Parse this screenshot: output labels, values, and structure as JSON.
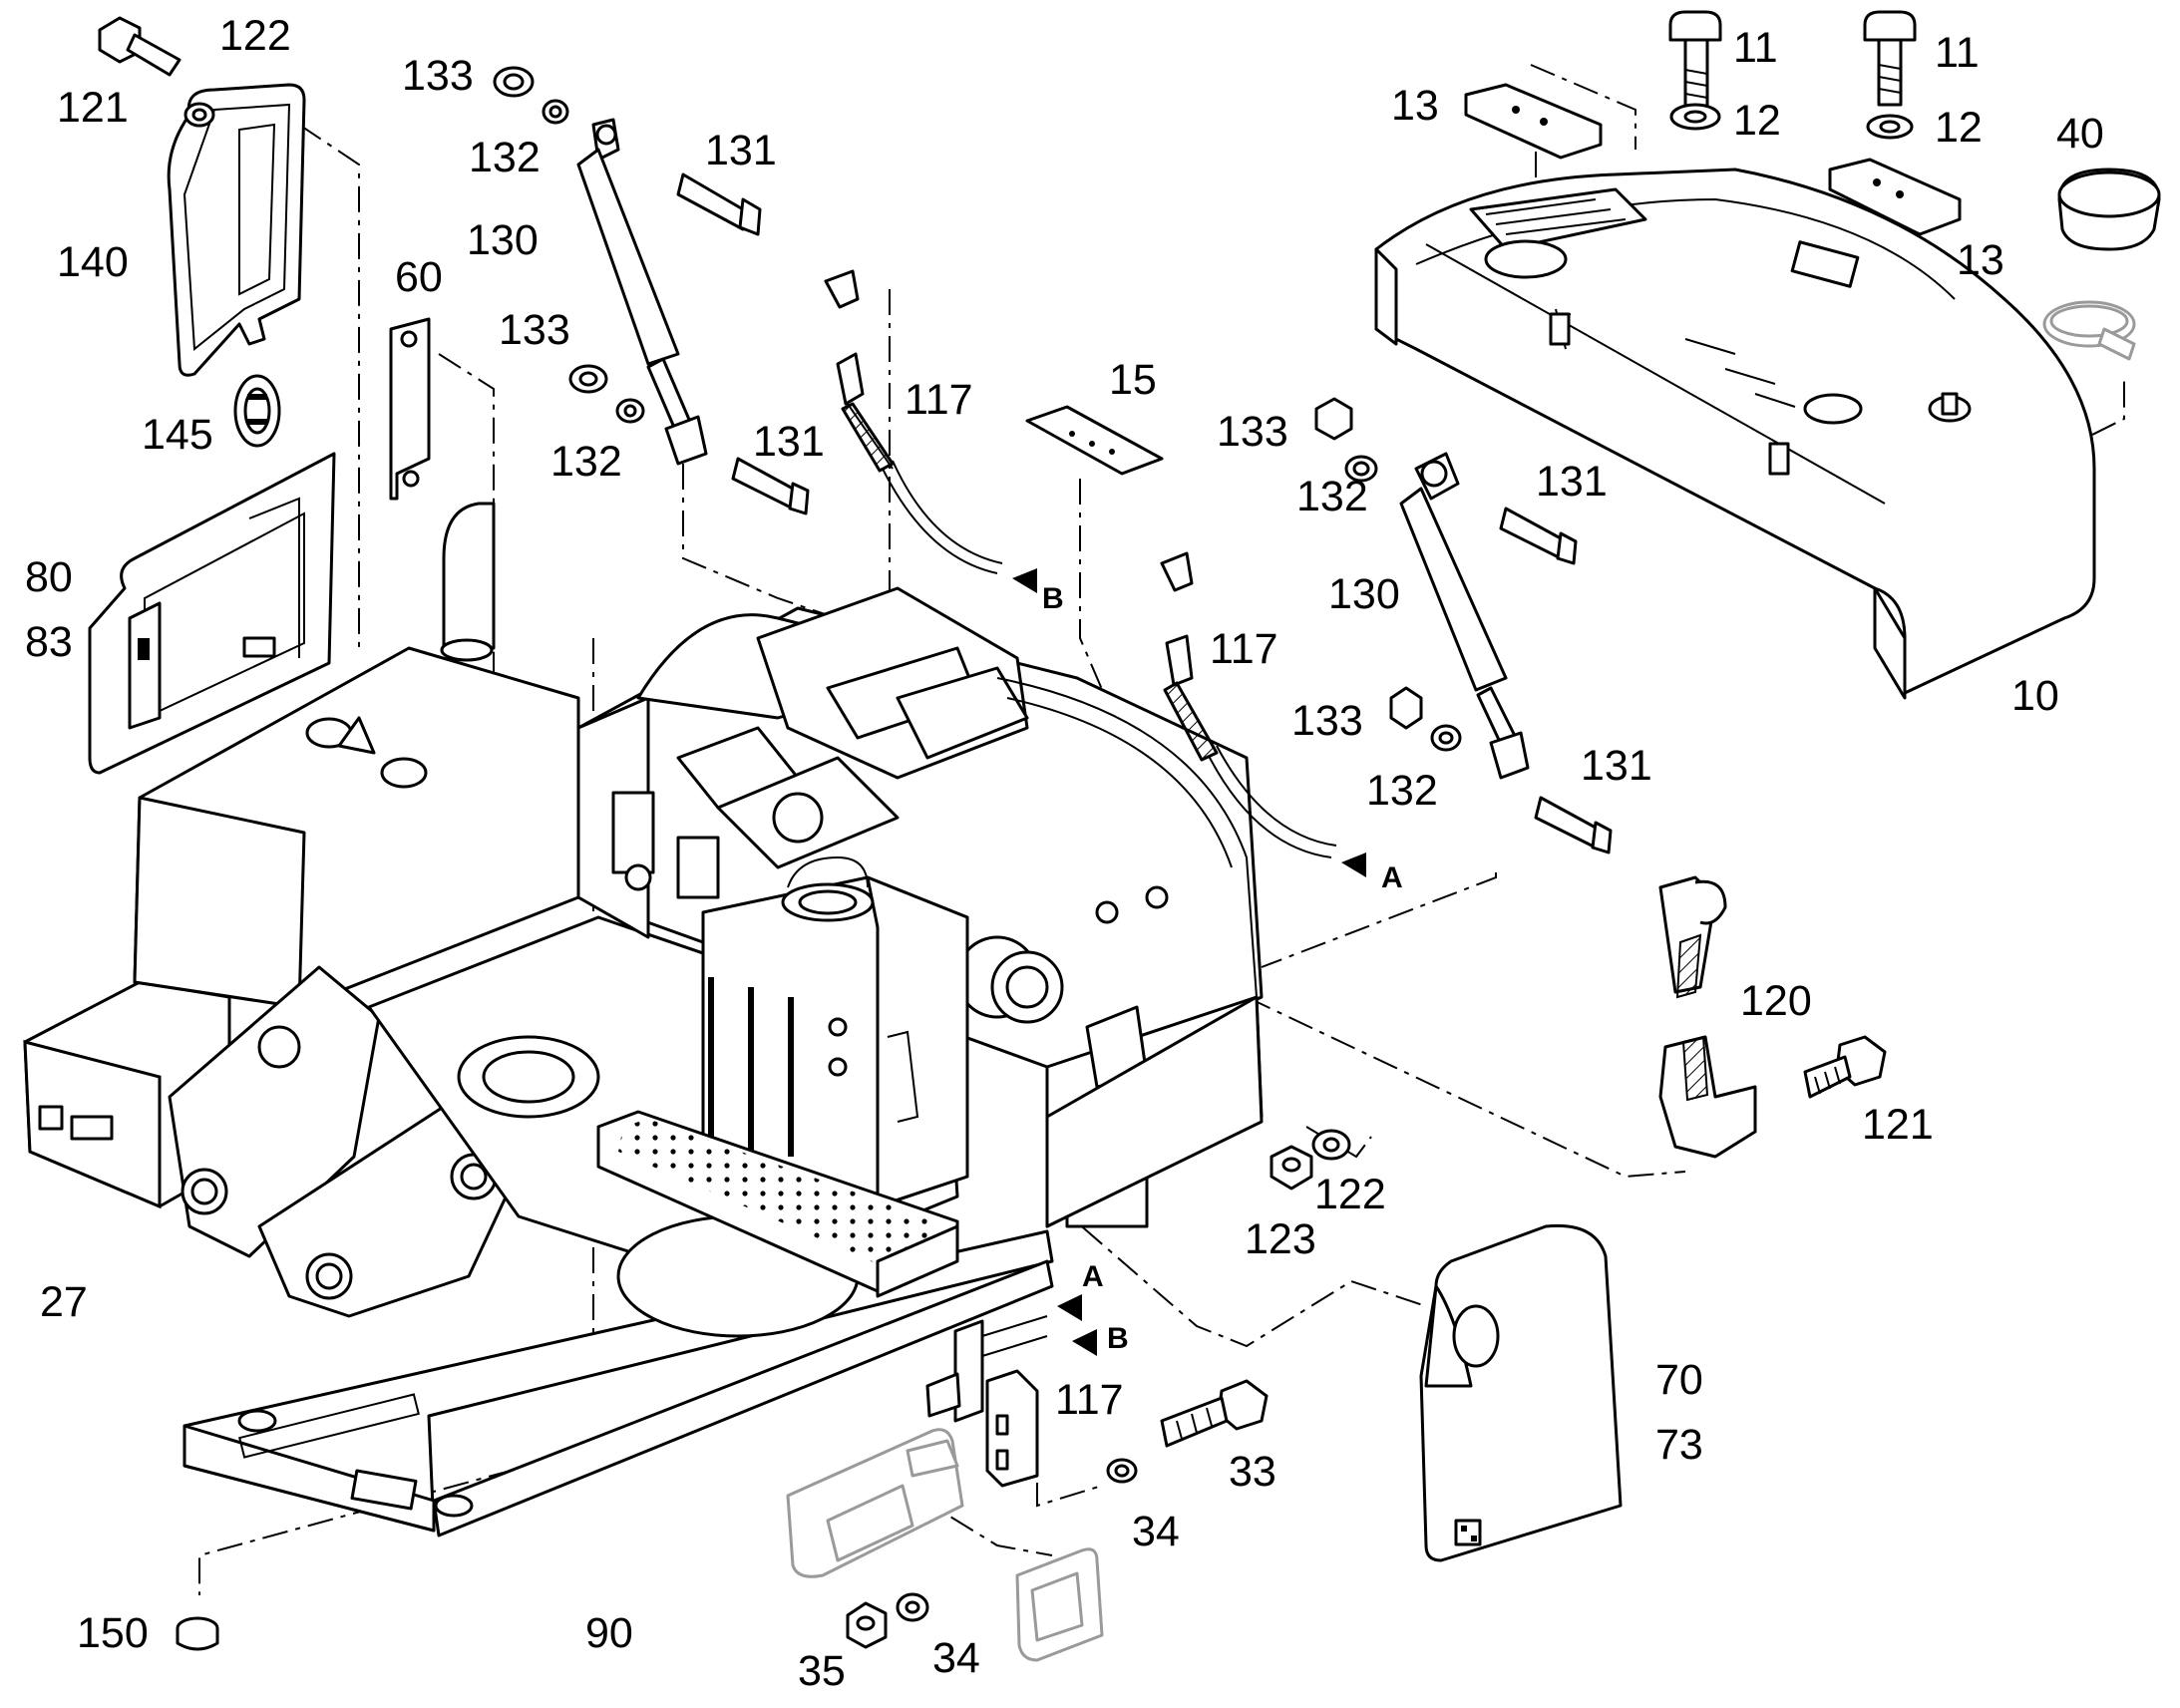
{
  "callouts": [
    {
      "id": "c-121-a",
      "text": "121"
    },
    {
      "id": "c-122-a",
      "text": "122"
    },
    {
      "id": "c-140",
      "text": "140"
    },
    {
      "id": "c-145",
      "text": "145"
    },
    {
      "id": "c-60",
      "text": "60"
    },
    {
      "id": "c-80",
      "text": "80"
    },
    {
      "id": "c-83",
      "text": "83"
    },
    {
      "id": "c-27",
      "text": "27"
    },
    {
      "id": "c-133-a",
      "text": "133"
    },
    {
      "id": "c-132-a",
      "text": "132"
    },
    {
      "id": "c-131-a",
      "text": "131"
    },
    {
      "id": "c-130-a",
      "text": "130"
    },
    {
      "id": "c-133-b",
      "text": "133"
    },
    {
      "id": "c-132-b",
      "text": "132"
    },
    {
      "id": "c-131-b",
      "text": "131"
    },
    {
      "id": "c-117-a",
      "text": "117"
    },
    {
      "id": "c-15",
      "text": "15"
    },
    {
      "id": "c-13-a",
      "text": "13"
    },
    {
      "id": "c-11-a",
      "text": "11"
    },
    {
      "id": "c-12-a",
      "text": "12"
    },
    {
      "id": "c-11-b",
      "text": "11"
    },
    {
      "id": "c-12-b",
      "text": "12"
    },
    {
      "id": "c-13-b",
      "text": "13"
    },
    {
      "id": "c-40",
      "text": "40"
    },
    {
      "id": "c-10",
      "text": "10"
    },
    {
      "id": "c-133-c",
      "text": "133"
    },
    {
      "id": "c-132-c",
      "text": "132"
    },
    {
      "id": "c-131-c",
      "text": "131"
    },
    {
      "id": "c-130-b",
      "text": "130"
    },
    {
      "id": "c-117-b",
      "text": "117"
    },
    {
      "id": "c-133-d",
      "text": "133"
    },
    {
      "id": "c-132-d",
      "text": "132"
    },
    {
      "id": "c-131-d",
      "text": "131"
    },
    {
      "id": "c-120",
      "text": "120"
    },
    {
      "id": "c-121-b",
      "text": "121"
    },
    {
      "id": "c-122-b",
      "text": "122"
    },
    {
      "id": "c-123",
      "text": "123"
    },
    {
      "id": "c-70",
      "text": "70"
    },
    {
      "id": "c-73",
      "text": "73"
    },
    {
      "id": "c-117-c",
      "text": "117"
    },
    {
      "id": "c-33",
      "text": "33"
    },
    {
      "id": "c-34-a",
      "text": "34"
    },
    {
      "id": "c-34-b",
      "text": "34"
    },
    {
      "id": "c-35",
      "text": "35"
    },
    {
      "id": "c-90",
      "text": "90"
    },
    {
      "id": "c-150",
      "text": "150"
    }
  ],
  "arrow_markers": [
    {
      "id": "m-b-upper",
      "text": "B"
    },
    {
      "id": "m-a-upper",
      "text": "A"
    },
    {
      "id": "m-a-lower",
      "text": "A"
    },
    {
      "id": "m-b-lower",
      "text": "B"
    }
  ]
}
